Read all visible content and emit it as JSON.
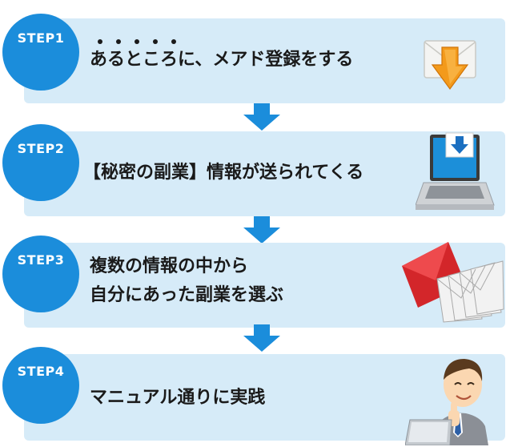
{
  "steps": [
    {
      "label": "STEP1",
      "text": "あるところに、メアド登録をする",
      "icon": "envelope-download-icon"
    },
    {
      "label": "STEP2",
      "text": "【秘密の副業】情報が送られてくる",
      "icon": "laptop-download-icon"
    },
    {
      "label": "STEP3",
      "line1": "複数の情報の中から",
      "line2": "自分にあった副業を選ぶ",
      "icon": "envelopes-stack-icon"
    },
    {
      "label": "STEP4",
      "text": "マニュアル通りに実践",
      "icon": "businessman-thumbs-up-icon"
    }
  ],
  "colors": {
    "panel": "#d6ebf8",
    "badge": "#1b8ddb",
    "arrow": "#1b8ddb"
  }
}
